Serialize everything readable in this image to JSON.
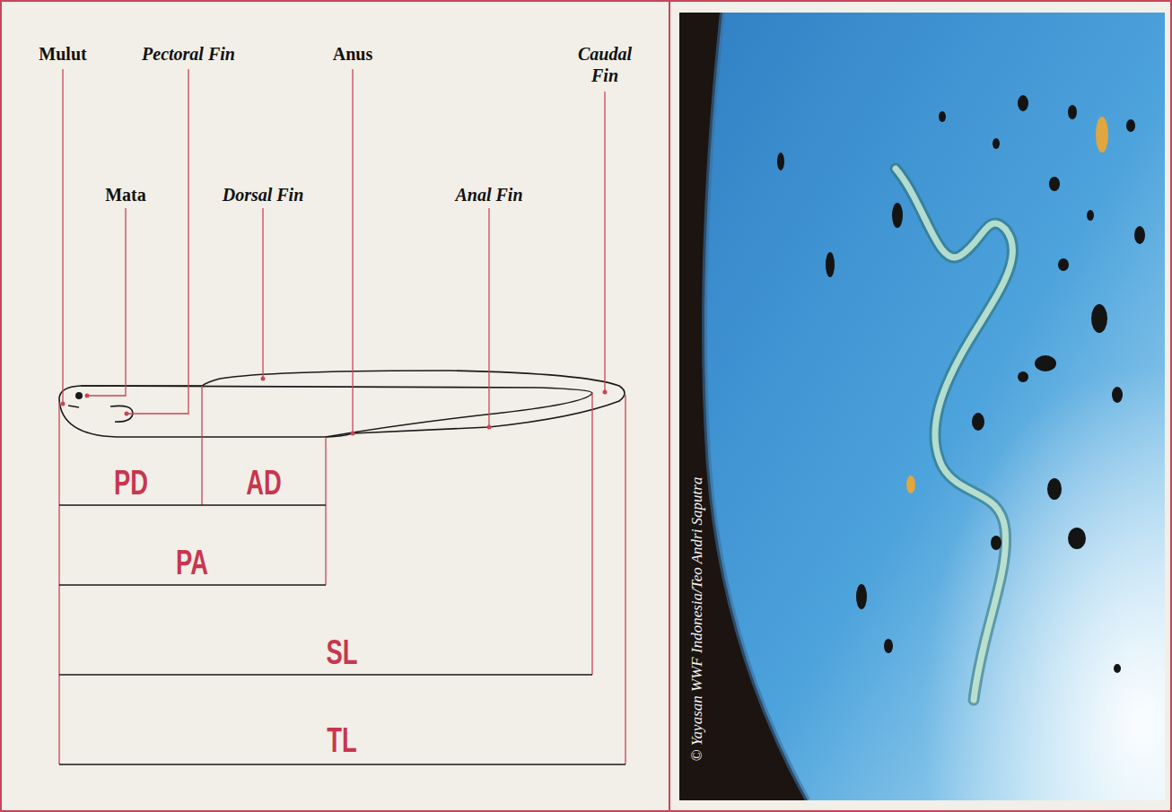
{
  "diagram": {
    "labels": [
      "Mulut",
      "Pectoral Fin",
      "Anus",
      "Caudal Fin",
      "Mata",
      "Dorsal Fin",
      "Anal Fin",
      "PD",
      "AD",
      "PA",
      "SL",
      "TL",
      "© Yayasan WWF Indonesia/Teo Andri Saputra"
    ]
  }
}
